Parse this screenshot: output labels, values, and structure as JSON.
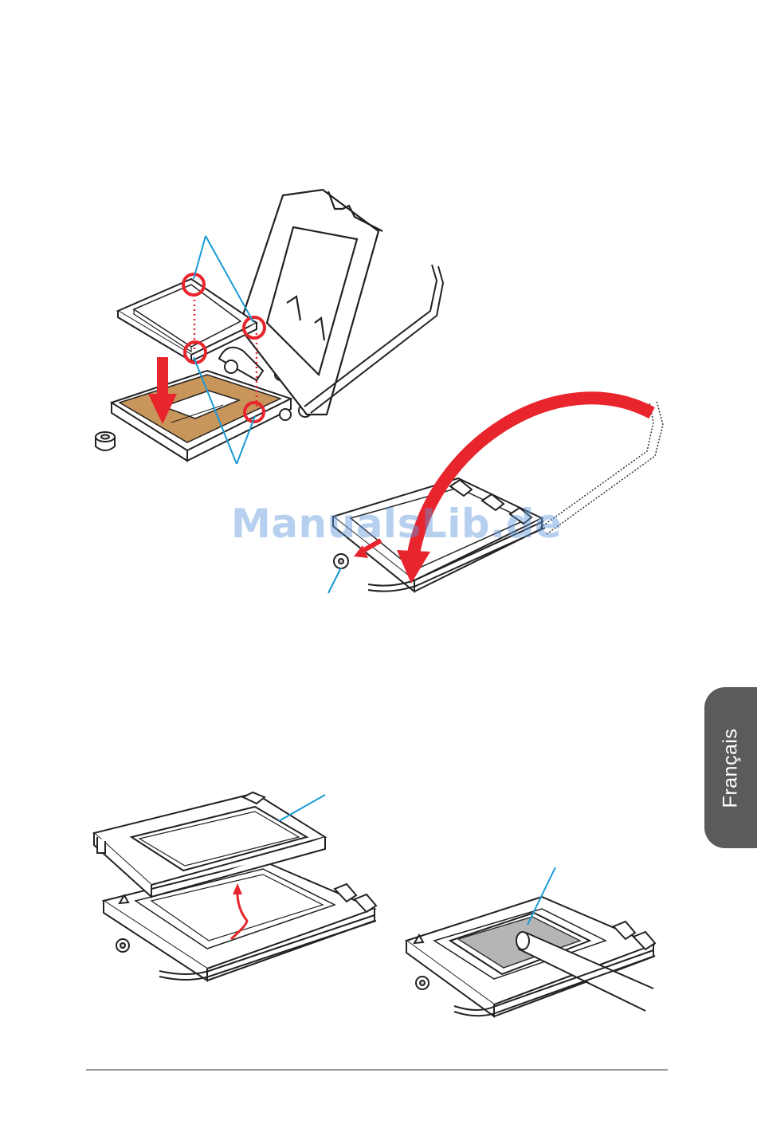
{
  "sidebar": {
    "language_tab": "Français"
  },
  "watermark": {
    "text": "ManualsLib.de"
  },
  "figures": {
    "cpu_insertion": {
      "callouts": 2,
      "alignment_marks": 4
    },
    "load_plate_close": {
      "callouts": 1
    },
    "cover_removal": {
      "callouts": 1
    },
    "thermal_paste": {
      "callouts": 1
    }
  },
  "colors": {
    "accent_red": "#e8242c",
    "callout_blue": "#1a9ad7",
    "substrate_tan": "#c8955a",
    "tab_gray": "#5b5b5b",
    "paste_gray": "#b5b5b5"
  }
}
